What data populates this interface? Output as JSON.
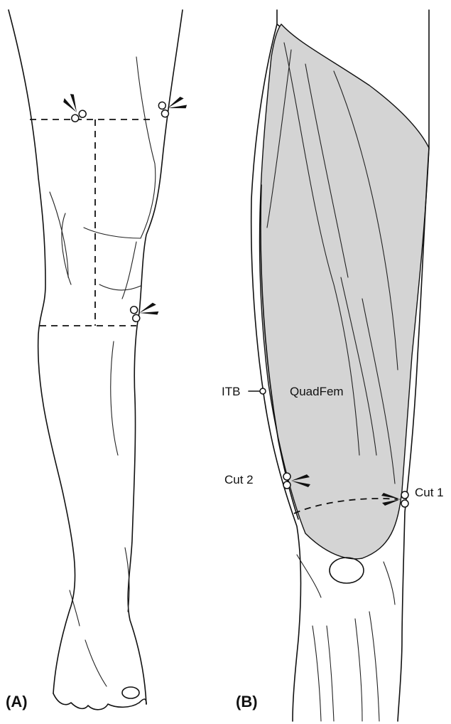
{
  "panels": {
    "a": {
      "label": "(A)"
    },
    "b": {
      "label": "(B)"
    }
  },
  "annotations": {
    "itb": "ITB",
    "quadfem": "QuadFem",
    "cut1": "Cut 1",
    "cut2": "Cut 2"
  },
  "colors": {
    "muscle_fill": "#d4d4d4",
    "line": "#111111",
    "background": "#ffffff"
  },
  "icons": [
    "scissors-icon"
  ]
}
